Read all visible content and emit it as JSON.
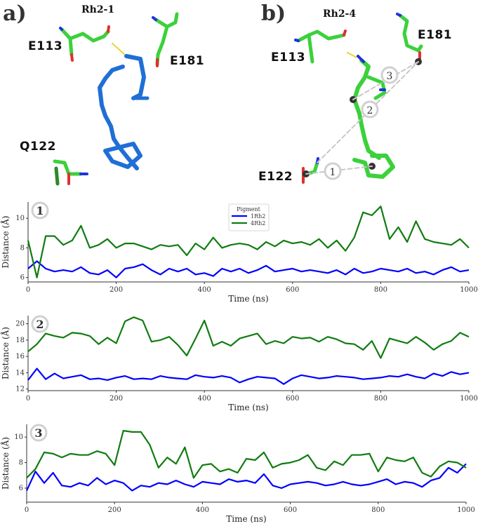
{
  "figure": {
    "panel_a": {
      "label": "a)",
      "title": "Rh2-1",
      "residues": [
        "E113",
        "E181",
        "Q122"
      ],
      "chromophore_color": "#1f6fd6"
    },
    "panel_b": {
      "label": "b)",
      "title": "Rh2-4",
      "residues": [
        "E113",
        "E181",
        "E122"
      ],
      "distance_markers": [
        "1",
        "2",
        "3"
      ],
      "chromophore_color": "#3bd13b"
    }
  },
  "legend": {
    "title": "Pigment",
    "entries": [
      {
        "name": "1Rh2",
        "color": "#0000ff"
      },
      {
        "name": "4Rh2",
        "color": "#107c10"
      }
    ]
  },
  "chart_data": [
    {
      "type": "line",
      "badge": "1",
      "title": "",
      "xlabel": "Time (ns)",
      "ylabel": "Distance (Å)",
      "xlim": [
        0,
        1000
      ],
      "ylim": [
        5.7,
        11.1
      ],
      "xticks": [
        0,
        200,
        400,
        600,
        800,
        1000
      ],
      "yticks": [
        6,
        8,
        10
      ],
      "grid": false,
      "legend_position": "top-center",
      "x": [
        0,
        20,
        40,
        60,
        80,
        100,
        120,
        140,
        160,
        180,
        200,
        220,
        240,
        260,
        280,
        300,
        320,
        340,
        360,
        380,
        400,
        420,
        440,
        460,
        480,
        500,
        520,
        540,
        560,
        580,
        600,
        620,
        640,
        660,
        680,
        700,
        720,
        740,
        760,
        780,
        800,
        820,
        840,
        860,
        880,
        900,
        920,
        940,
        960,
        980,
        1000
      ],
      "series": [
        {
          "name": "1Rh2",
          "color": "#0000ff",
          "values": [
            6.6,
            7.1,
            6.6,
            6.4,
            6.5,
            6.4,
            6.7,
            6.3,
            6.2,
            6.5,
            6.0,
            6.6,
            6.7,
            6.9,
            6.5,
            6.2,
            6.6,
            6.4,
            6.6,
            6.2,
            6.3,
            6.1,
            6.6,
            6.4,
            6.6,
            6.3,
            6.5,
            6.8,
            6.4,
            6.5,
            6.6,
            6.4,
            6.5,
            6.4,
            6.3,
            6.5,
            6.2,
            6.6,
            6.3,
            6.4,
            6.6,
            6.5,
            6.4,
            6.6,
            6.3,
            6.4,
            6.2,
            6.5,
            6.7,
            6.4,
            6.5
          ]
        },
        {
          "name": "4Rh2",
          "color": "#107c10",
          "values": [
            8.5,
            6.0,
            8.8,
            8.8,
            8.2,
            8.5,
            9.5,
            8.0,
            8.2,
            8.6,
            8.0,
            8.3,
            8.3,
            8.1,
            7.9,
            8.2,
            8.1,
            8.2,
            7.5,
            8.3,
            7.9,
            8.7,
            8.0,
            8.2,
            8.3,
            8.2,
            7.9,
            8.4,
            8.1,
            8.5,
            8.3,
            8.4,
            8.2,
            8.6,
            8.0,
            8.5,
            7.8,
            8.7,
            10.4,
            10.2,
            10.8,
            8.6,
            9.4,
            8.4,
            9.8,
            8.6,
            8.4,
            8.3,
            8.2,
            8.6,
            8.0
          ]
        }
      ]
    },
    {
      "type": "line",
      "badge": "2",
      "title": "",
      "xlabel": "Time (ns)",
      "ylabel": "Distance (Å)",
      "xlim": [
        0,
        1000
      ],
      "ylim": [
        11.8,
        21.0
      ],
      "xticks": [
        0,
        200,
        400,
        600,
        800,
        1000
      ],
      "yticks": [
        12,
        14,
        16,
        18,
        20
      ],
      "grid": false,
      "x": [
        0,
        20,
        40,
        60,
        80,
        100,
        120,
        140,
        160,
        180,
        200,
        220,
        240,
        260,
        280,
        300,
        320,
        340,
        360,
        380,
        400,
        420,
        440,
        460,
        480,
        500,
        520,
        540,
        560,
        580,
        600,
        620,
        640,
        660,
        680,
        700,
        720,
        740,
        760,
        780,
        800,
        820,
        840,
        860,
        880,
        900,
        920,
        940,
        960,
        980,
        1000
      ],
      "series": [
        {
          "name": "1Rh2",
          "color": "#0000ff",
          "values": [
            13.1,
            14.5,
            13.2,
            13.9,
            13.3,
            13.5,
            13.7,
            13.2,
            13.3,
            13.1,
            13.4,
            13.6,
            13.2,
            13.3,
            13.2,
            13.6,
            13.4,
            13.3,
            13.2,
            13.7,
            13.5,
            13.4,
            13.6,
            13.4,
            12.8,
            13.2,
            13.5,
            13.4,
            13.3,
            12.6,
            13.3,
            13.7,
            13.5,
            13.3,
            13.4,
            13.6,
            13.5,
            13.4,
            13.2,
            13.3,
            13.4,
            13.6,
            13.5,
            13.8,
            13.5,
            13.3,
            13.9,
            13.6,
            14.1,
            13.8,
            14.0
          ]
        },
        {
          "name": "4Rh2",
          "color": "#107c10",
          "values": [
            16.6,
            17.5,
            18.8,
            18.5,
            18.3,
            18.9,
            18.8,
            18.5,
            17.5,
            18.3,
            17.6,
            20.3,
            20.8,
            20.4,
            17.8,
            18.0,
            18.4,
            17.4,
            16.1,
            18.2,
            20.4,
            17.3,
            17.8,
            17.3,
            18.2,
            18.5,
            18.8,
            17.5,
            17.9,
            17.6,
            18.4,
            18.2,
            18.3,
            17.8,
            18.4,
            18.1,
            17.6,
            17.5,
            16.8,
            17.9,
            15.8,
            18.2,
            17.9,
            17.6,
            18.4,
            17.7,
            16.8,
            17.5,
            17.9,
            18.9,
            18.4
          ]
        }
      ]
    },
    {
      "type": "line",
      "badge": "3",
      "title": "",
      "xlabel": "Time (ns)",
      "ylabel": "Distance (Å)",
      "xlim": [
        0,
        1000
      ],
      "ylim": [
        4.9,
        11.0
      ],
      "xticks": [
        0,
        200,
        400,
        600,
        800,
        1000
      ],
      "yticks": [
        6,
        8,
        10
      ],
      "grid": false,
      "x": [
        0,
        20,
        40,
        60,
        80,
        100,
        120,
        140,
        160,
        180,
        200,
        220,
        240,
        260,
        280,
        300,
        320,
        340,
        360,
        380,
        400,
        420,
        440,
        460,
        480,
        500,
        520,
        540,
        560,
        580,
        600,
        620,
        640,
        660,
        680,
        700,
        720,
        740,
        760,
        780,
        800,
        820,
        840,
        860,
        880,
        900,
        920,
        940,
        960,
        980,
        1000
      ],
      "series": [
        {
          "name": "1Rh2",
          "color": "#0000ff",
          "values": [
            5.8,
            7.3,
            6.4,
            7.2,
            6.2,
            6.1,
            6.4,
            6.2,
            6.8,
            6.3,
            6.6,
            6.4,
            5.8,
            6.2,
            6.1,
            6.4,
            6.3,
            6.6,
            6.3,
            6.1,
            6.5,
            6.4,
            6.3,
            6.7,
            6.5,
            6.6,
            6.4,
            7.1,
            6.2,
            6.0,
            6.3,
            6.4,
            6.5,
            6.4,
            6.2,
            6.3,
            6.5,
            6.3,
            6.2,
            6.3,
            6.5,
            6.7,
            6.3,
            6.5,
            6.4,
            6.1,
            6.6,
            6.8,
            7.6,
            7.2,
            7.9
          ]
        },
        {
          "name": "4Rh2",
          "color": "#107c10",
          "values": [
            6.8,
            7.5,
            8.8,
            8.7,
            8.4,
            8.7,
            8.6,
            8.6,
            8.9,
            8.7,
            7.8,
            10.5,
            10.4,
            10.4,
            9.4,
            7.6,
            8.4,
            7.9,
            9.2,
            6.8,
            7.8,
            7.9,
            7.3,
            7.5,
            7.2,
            8.3,
            8.2,
            8.8,
            7.6,
            7.9,
            8.0,
            8.2,
            8.6,
            7.6,
            7.4,
            8.1,
            7.8,
            8.6,
            8.6,
            8.7,
            7.3,
            8.4,
            8.2,
            8.1,
            8.4,
            7.2,
            6.9,
            7.7,
            8.1,
            8.0,
            7.6
          ]
        }
      ]
    }
  ]
}
